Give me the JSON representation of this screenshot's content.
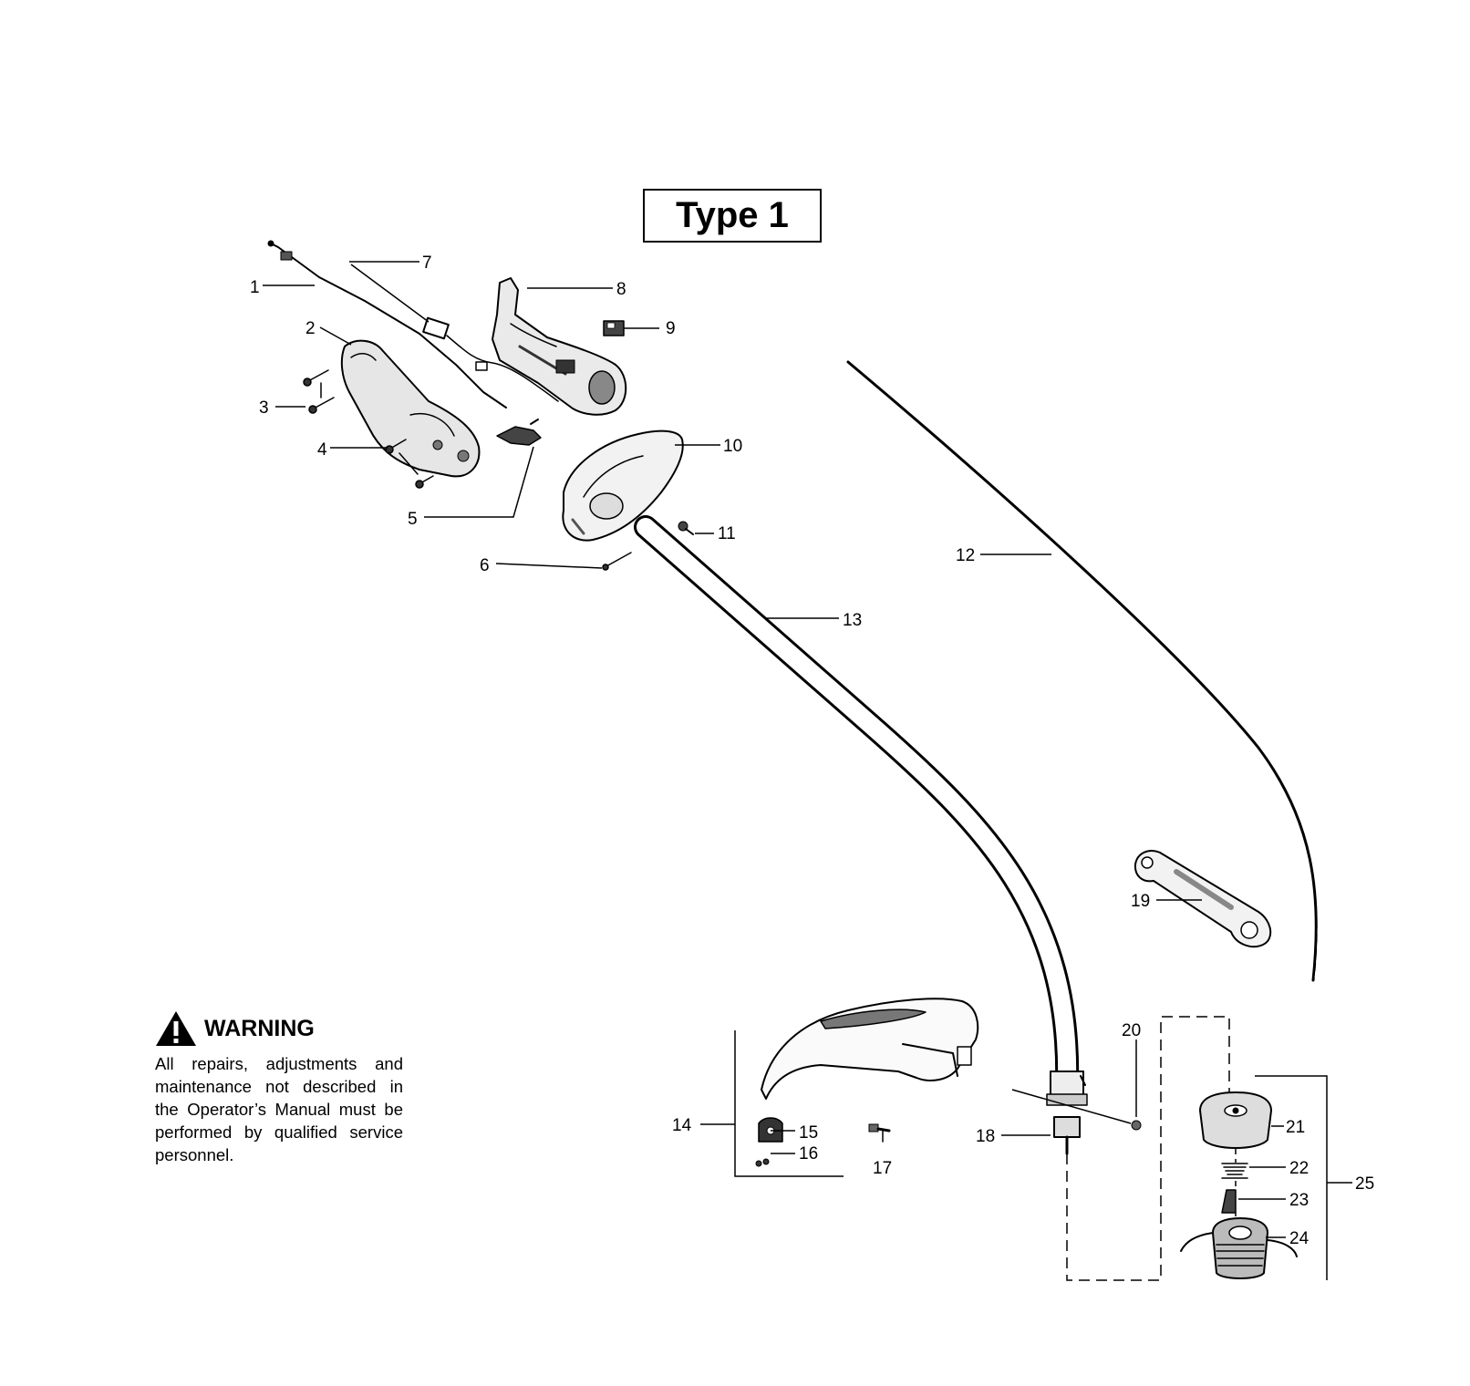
{
  "title": "Type 1",
  "warning": {
    "heading": "WARNING",
    "icon": "warning-triangle-icon",
    "text": "All repairs, adjustments and maintenance not described in the Operator’s Manual must be performed by qualified service personnel."
  },
  "callouts": [
    {
      "id": "1",
      "label": "1"
    },
    {
      "id": "2",
      "label": "2"
    },
    {
      "id": "3",
      "label": "3"
    },
    {
      "id": "4",
      "label": "4"
    },
    {
      "id": "5",
      "label": "5"
    },
    {
      "id": "6",
      "label": "6"
    },
    {
      "id": "7",
      "label": "7"
    },
    {
      "id": "8",
      "label": "8"
    },
    {
      "id": "9",
      "label": "9"
    },
    {
      "id": "10",
      "label": "10"
    },
    {
      "id": "11",
      "label": "11"
    },
    {
      "id": "12",
      "label": "12"
    },
    {
      "id": "13",
      "label": "13"
    },
    {
      "id": "14",
      "label": "14"
    },
    {
      "id": "15",
      "label": "15"
    },
    {
      "id": "16",
      "label": "16"
    },
    {
      "id": "17",
      "label": "17"
    },
    {
      "id": "18",
      "label": "18"
    },
    {
      "id": "19",
      "label": "19"
    },
    {
      "id": "20",
      "label": "20"
    },
    {
      "id": "21",
      "label": "21"
    },
    {
      "id": "22",
      "label": "22"
    },
    {
      "id": "23",
      "label": "23"
    },
    {
      "id": "24",
      "label": "24"
    },
    {
      "id": "25",
      "label": "25"
    }
  ]
}
